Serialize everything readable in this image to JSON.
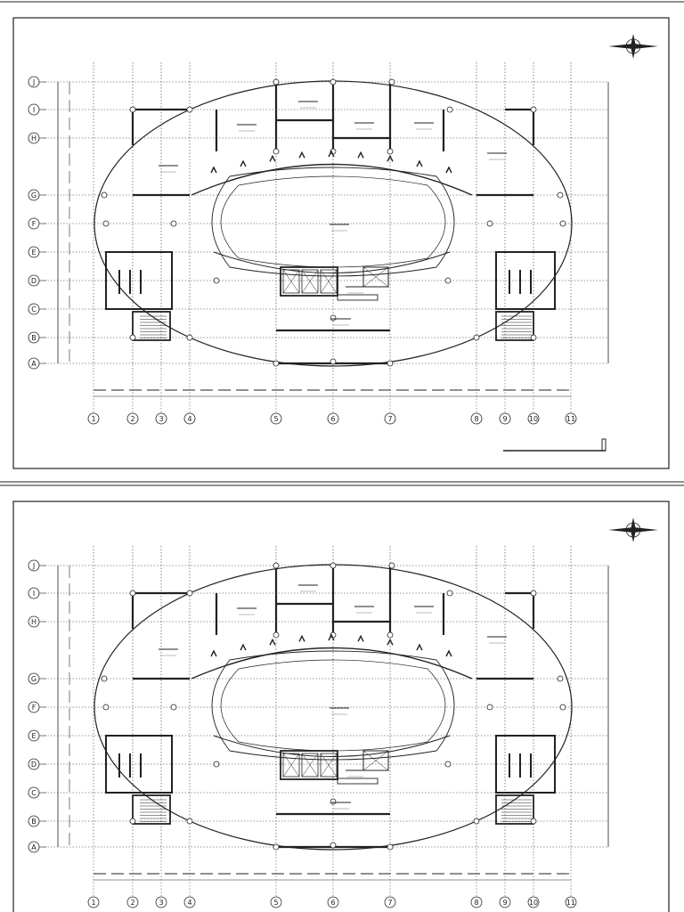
{
  "sheets": [
    {
      "id": "sheet-upper",
      "col_labels": [
        "1",
        "2",
        "3",
        "4",
        "5",
        "6",
        "7",
        "8",
        "9",
        "10",
        "11"
      ],
      "row_labels": [
        "J",
        "I",
        "H",
        "G",
        "F",
        "E",
        "D",
        "C",
        "B",
        "A"
      ]
    },
    {
      "id": "sheet-lower",
      "col_labels": [
        "1",
        "2",
        "3",
        "4",
        "5",
        "6",
        "7",
        "8",
        "9",
        "10",
        "11"
      ],
      "row_labels": [
        "J",
        "I",
        "H",
        "G",
        "F",
        "E",
        "D",
        "C",
        "B",
        "A"
      ]
    }
  ],
  "colors": {
    "line": "#222222",
    "grid": "#333333",
    "background": "#ffffff"
  },
  "icons": {
    "north_arrow": "compass-rose-icon"
  }
}
